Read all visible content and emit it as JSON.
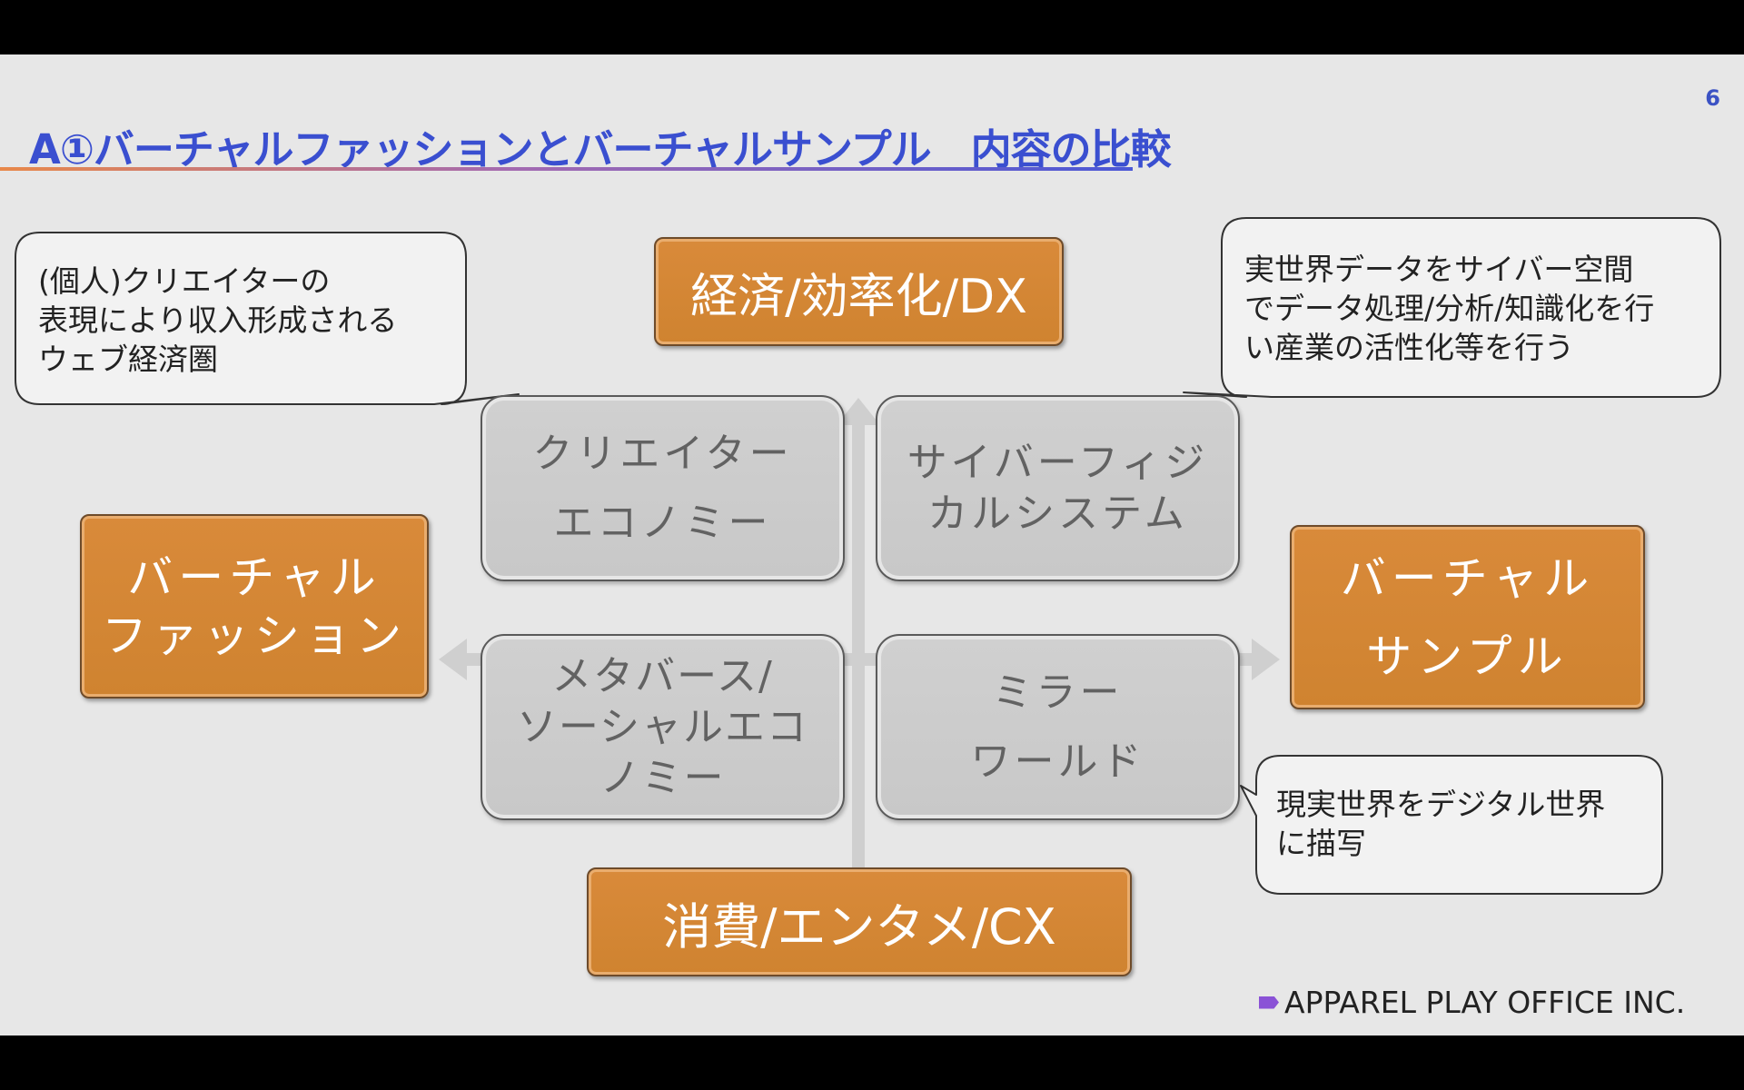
{
  "page_number": "6",
  "title": "A①バーチャルファッションとバーチャルサンプル　内容の比較",
  "axes": {
    "top": "経済/効率化/DX",
    "bottom": "消費/エンタメ/CX",
    "left": [
      "バーチャル",
      "ファッション"
    ],
    "right": [
      "バーチャル",
      "サンプル"
    ]
  },
  "quadrants": {
    "top_left": [
      "クリエイター",
      "エコノミー"
    ],
    "top_right": [
      "サイバーフィジ",
      "カルシステム"
    ],
    "bottom_left": [
      "メタバース/",
      "ソーシャルエコ",
      "ノミー"
    ],
    "bottom_right": [
      "ミラー",
      "ワールド"
    ]
  },
  "callouts": {
    "top_left": [
      "(個人)クリエイターの",
      "表現により収入形成される",
      "ウェブ経済圏"
    ],
    "top_right": [
      "実世界データをサイバー空間",
      "でデータ処理/分析/知識化を行",
      "い産業の活性化等を行う"
    ],
    "bottom_right": [
      "現実世界をデジタル世界",
      "に描写"
    ]
  },
  "footer": "APPAREL PLAY OFFICE INC.",
  "colors": {
    "accent_orange": "#d3873a",
    "quadrant_gray": "#cccccc",
    "title_blue": "#3a4fd0",
    "footer_icon": "#8a52d6"
  }
}
